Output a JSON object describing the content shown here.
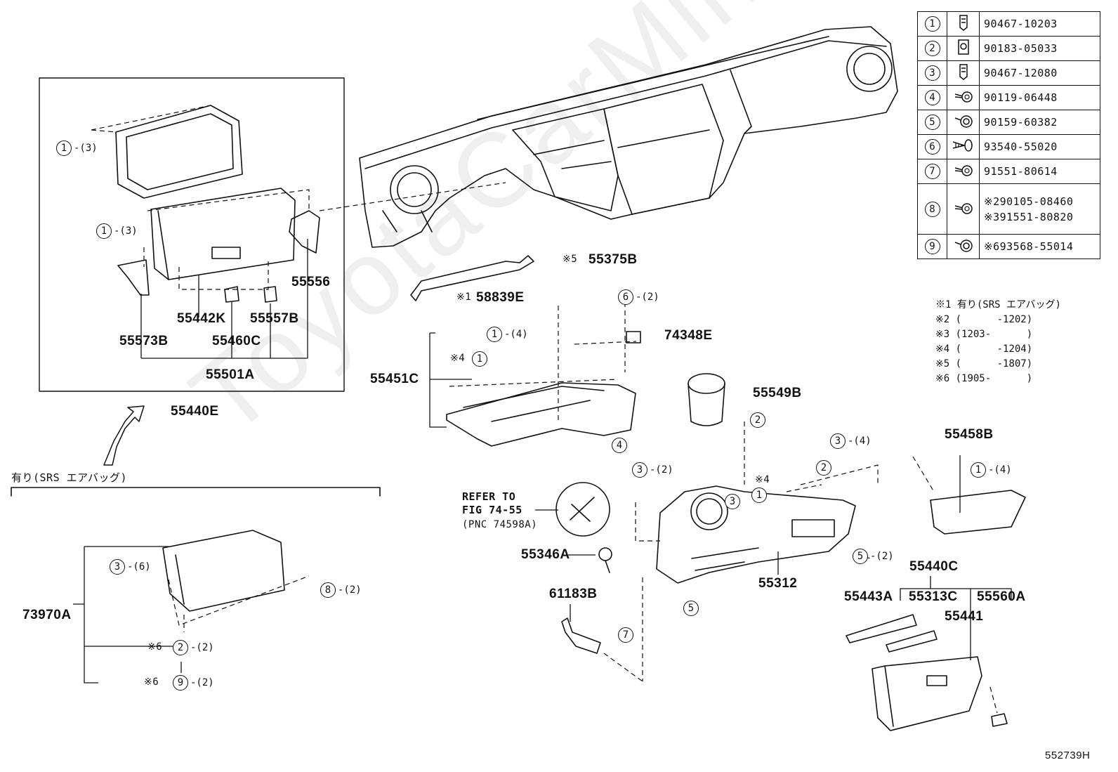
{
  "watermark": "ToyotaCarMine.com",
  "legend": [
    {
      "no": "1",
      "icon": "clip-icon",
      "parts": [
        "90467-10203"
      ]
    },
    {
      "no": "2",
      "icon": "nut-clip-icon",
      "parts": [
        "90183-05033"
      ]
    },
    {
      "no": "3",
      "icon": "clip-icon",
      "parts": [
        "90467-12080"
      ]
    },
    {
      "no": "4",
      "icon": "screw-icon",
      "parts": [
        "90119-06448"
      ]
    },
    {
      "no": "5",
      "icon": "screw-washer-icon",
      "parts": [
        "90159-60382"
      ]
    },
    {
      "no": "6",
      "icon": "tapping-screw-icon",
      "parts": [
        "93540-55020"
      ]
    },
    {
      "no": "7",
      "icon": "screw-icon",
      "parts": [
        "91551-80614"
      ]
    },
    {
      "no": "8",
      "icon": "screw-icon",
      "parts": [
        "※290105-08460",
        "※391551-80820"
      ]
    },
    {
      "no": "9",
      "icon": "screw-washer-icon",
      "parts": [
        "※693568-55014"
      ]
    }
  ],
  "notes": [
    "※1 有り(SRS エアバッグ)",
    "※2 (      -1202)",
    "※3 (1203-      )",
    "※4 (      -1204)",
    "※5 (      -1807)",
    "※6 (1905-      )"
  ],
  "labels": {
    "p55440E": "55440E",
    "p55501A": "55501A",
    "p55573B": "55573B",
    "p55460C": "55460C",
    "p55442K": "55442K",
    "p55557B": "55557B",
    "p55556": "55556",
    "p55375B": "55375B",
    "p58839E": "58839E",
    "p74348E": "74348E",
    "p55451C": "55451C",
    "p55549B": "55549B",
    "p55458B": "55458B",
    "p55346A": "55346A",
    "p55312": "55312",
    "p61183B": "61183B",
    "p55440C": "55440C",
    "p55443A": "55443A",
    "p55313C": "55313C",
    "p55560A": "55560A",
    "p55441": "55441",
    "p73970A": "73970A",
    "fig_id": "552739H"
  },
  "marks": {
    "m1": "※1",
    "m4": "※4",
    "m4b": "※4",
    "m5": "※5",
    "m6a": "※6",
    "m6b": "※6"
  },
  "refer": {
    "l1": "REFER TO",
    "l2": "FIG 74-55",
    "l3": "(PNC 74598A)"
  },
  "srs_label": "有り(SRS エアバッグ)",
  "callouts": {
    "c1": {
      "n": "1",
      "q": "-(3)"
    },
    "c2": {
      "n": "1",
      "q": "-(3)"
    },
    "c3": {
      "n": "6",
      "q": "-(2)"
    },
    "c4": {
      "n": "1",
      "q": "-(4)"
    },
    "c5": {
      "n": "1",
      "q": ""
    },
    "c6": {
      "n": "4",
      "q": ""
    },
    "c7": {
      "n": "2",
      "q": ""
    },
    "c8": {
      "n": "3",
      "q": "-(4)"
    },
    "c9": {
      "n": "3",
      "q": "-(2)"
    },
    "c10": {
      "n": "2",
      "q": ""
    },
    "c11": {
      "n": "1",
      "q": ""
    },
    "c12": {
      "n": "3",
      "q": ""
    },
    "c13": {
      "n": "1",
      "q": "-(4)"
    },
    "c14": {
      "n": "5",
      "q": "-(2)"
    },
    "c15": {
      "n": "5",
      "q": ""
    },
    "c16": {
      "n": "7",
      "q": ""
    },
    "c17": {
      "n": "3",
      "q": "-(6)"
    },
    "c18": {
      "n": "8",
      "q": "-(2)"
    },
    "c19": {
      "n": "2",
      "q": "-(2)"
    },
    "c20": {
      "n": "9",
      "q": "-(2)"
    }
  }
}
